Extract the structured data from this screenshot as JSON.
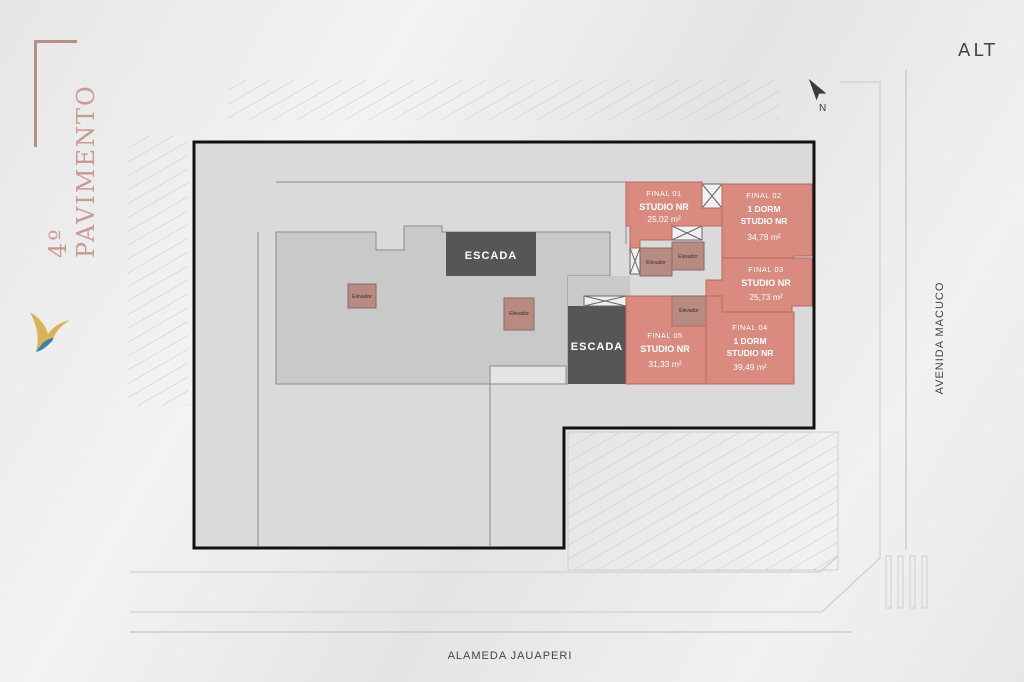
{
  "header": {
    "floor_label": "4º PAVIMENTO",
    "brand": "ALT"
  },
  "streets": {
    "bottom": "ALAMEDA JAUAPERI",
    "right": "AVENIDA MACUCO"
  },
  "core": {
    "stair_label": "ESCADA",
    "elevator_label": "Elevador"
  },
  "units": [
    {
      "final": "FINAL 01",
      "type": "STUDIO NR",
      "area": "25,02 m²"
    },
    {
      "final": "FINAL 02",
      "type": "1 DORM STUDIO NR",
      "type_line1": "1 DORM",
      "type_line2": "STUDIO NR",
      "area": "34,78 m²"
    },
    {
      "final": "FINAL 03",
      "type": "STUDIO NR",
      "area": "25,73 m²"
    },
    {
      "final": "FINAL 04",
      "type": "1 DORM STUDIO NR",
      "type_line1": "1 DORM",
      "type_line2": "STUDIO NR",
      "area": "39,49 m²"
    },
    {
      "final": "FINAL 05",
      "type": "STUDIO NR",
      "area": "31,33 m²"
    }
  ],
  "colors": {
    "unit_fill": "#d98b80",
    "unit_stroke": "#b66a60",
    "stair_fill": "#565657",
    "elevator_fill": "#b78a82",
    "corridor_fill": "#c9c9c9",
    "brand_accent": "#c99a92"
  },
  "icons": {
    "north": "north-arrow-icon",
    "logo": "bird-logo-icon"
  }
}
